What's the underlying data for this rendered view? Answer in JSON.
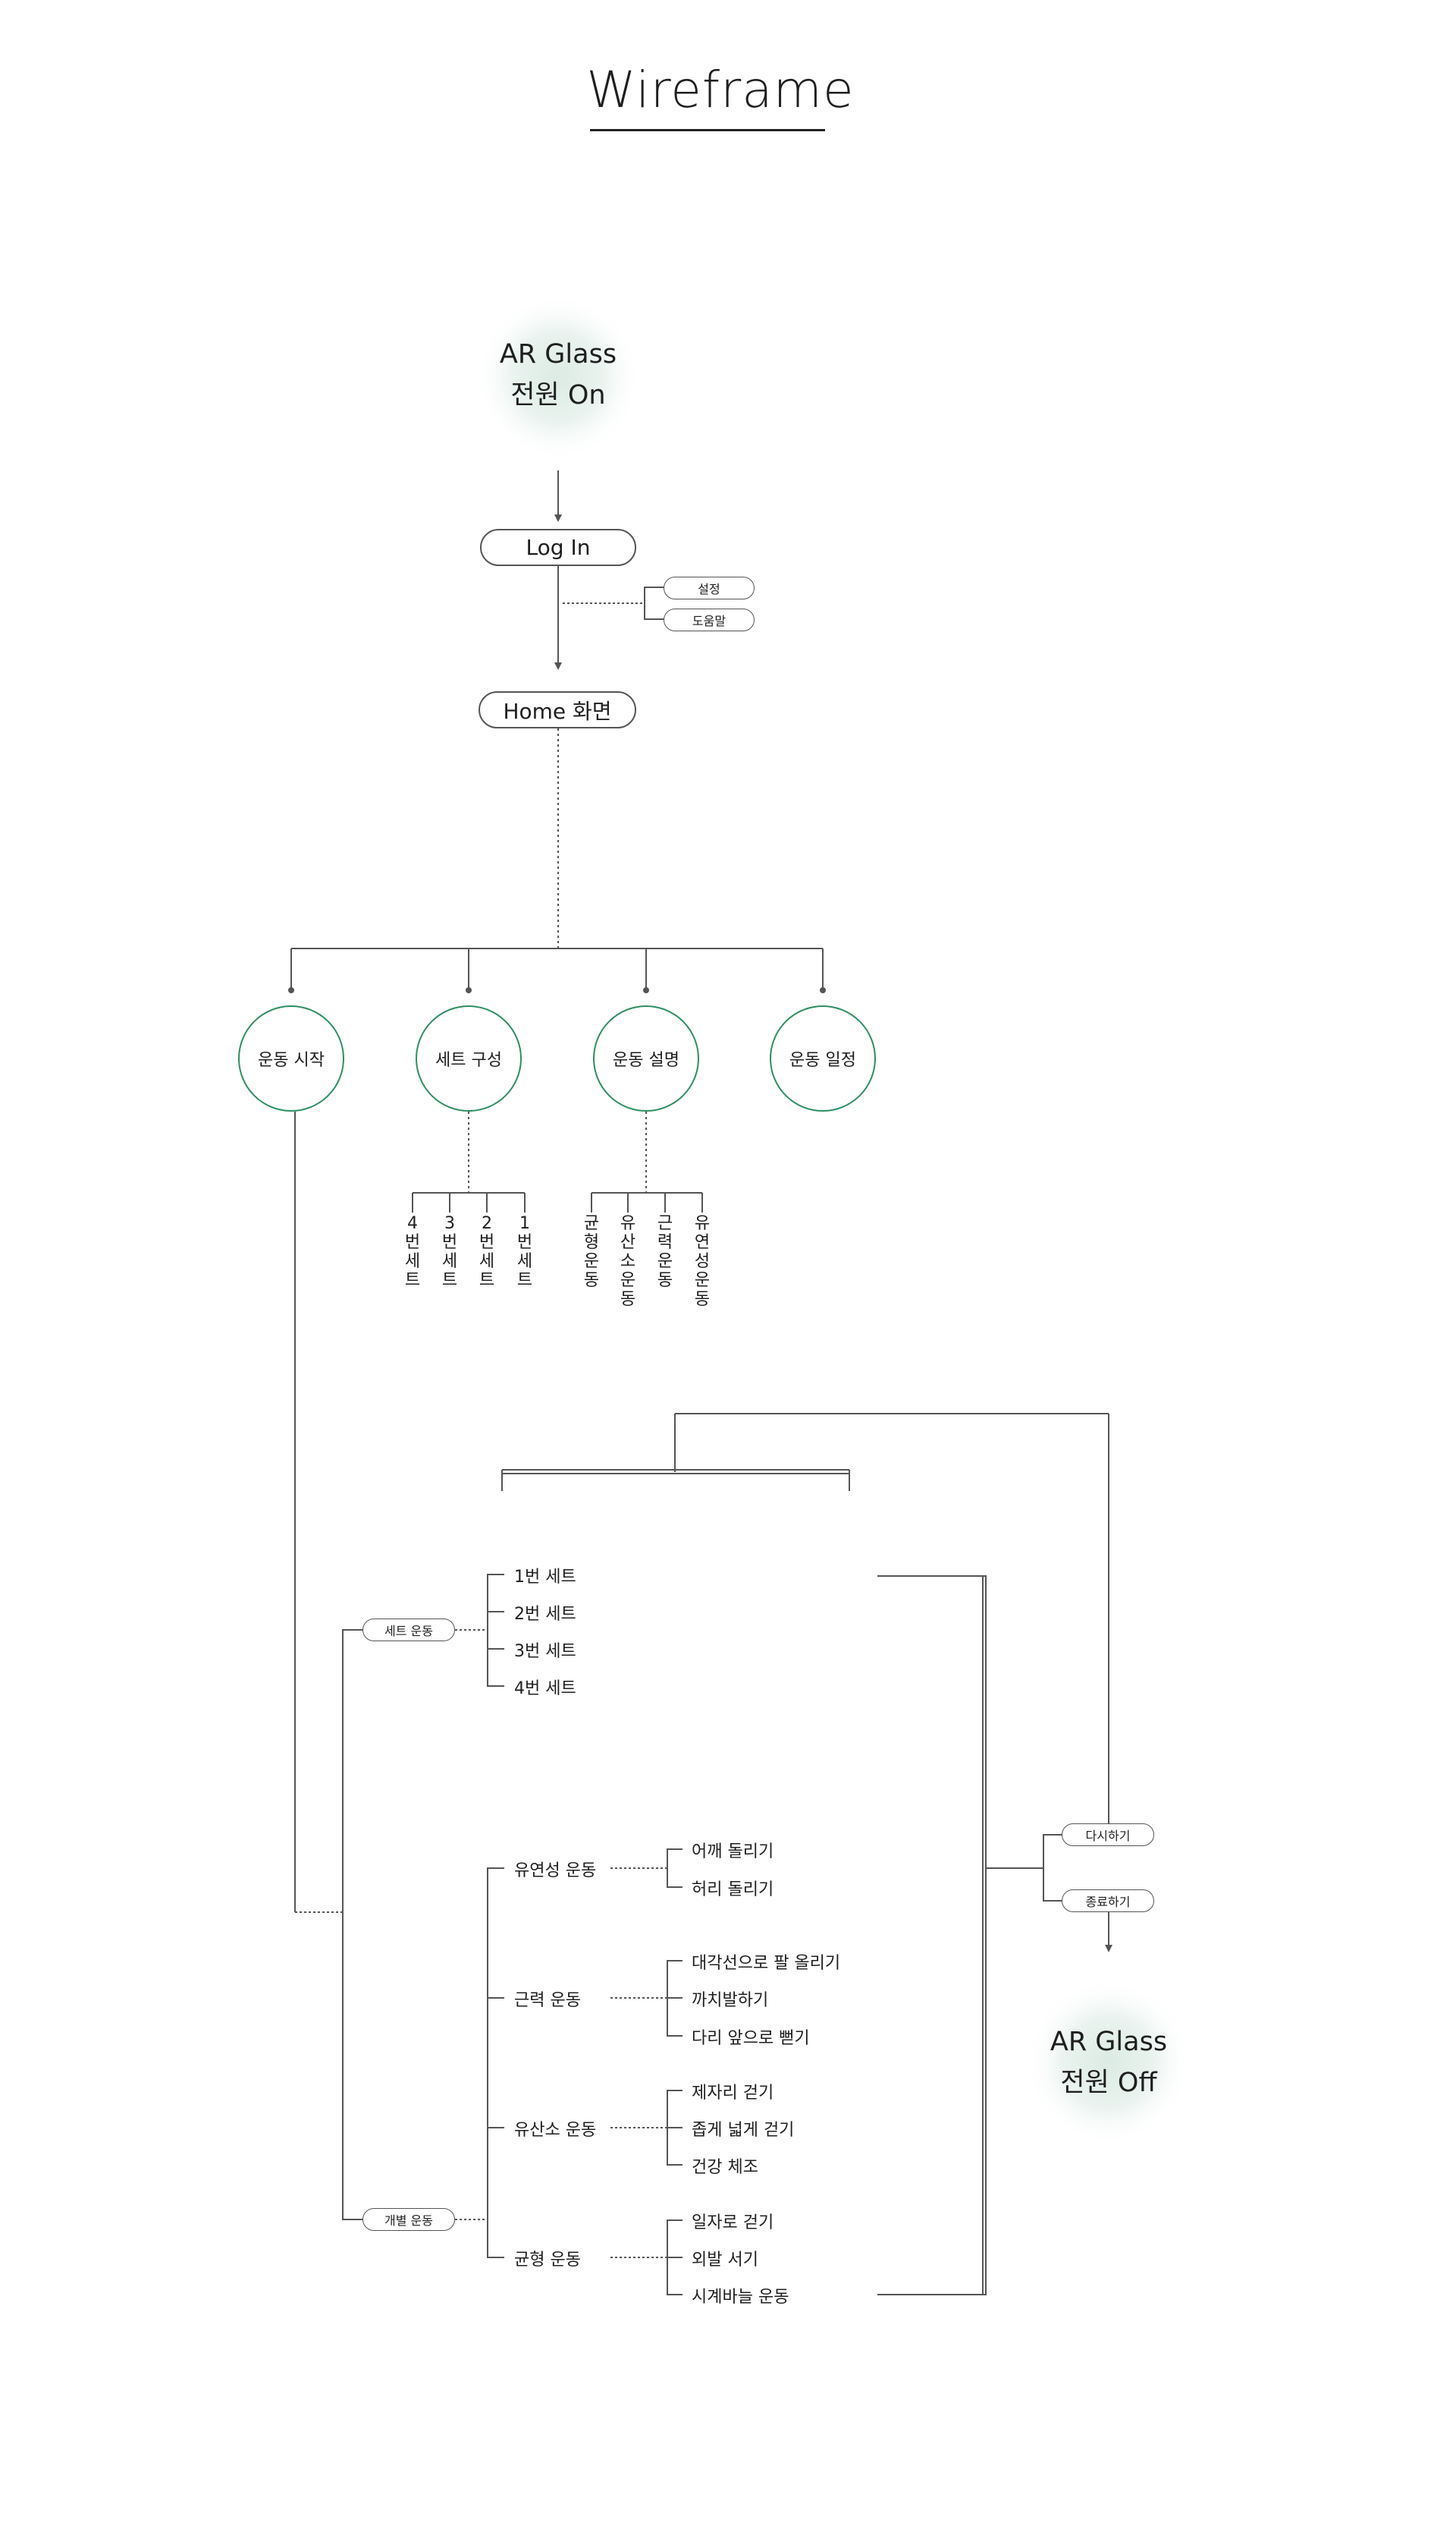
{
  "title": "Wireframe",
  "start": {
    "line1": "AR Glass",
    "line2": "전원 On"
  },
  "login": "Log In",
  "login_options": [
    "설정",
    "도움말"
  ],
  "home": "Home 화면",
  "menu": [
    "운동 시작",
    "세트 구성",
    "운동 설명",
    "운동 일정"
  ],
  "set_config_items": [
    "4\n번\n세\n트",
    "3\n번\n세\n트",
    "2\n번\n세\n트",
    "1\n번\n세\n트"
  ],
  "exercise_desc_items": [
    "균\n형\n운\n동",
    "유\n산\n소\n운\n동",
    "근\n력\n운\n동",
    "유\n연\n성\n운\n동"
  ],
  "set_exercise": {
    "label": "세트 운동",
    "sets": [
      "1번 세트",
      "2번 세트",
      "3번 세트",
      "4번 세트"
    ]
  },
  "individual_exercise": {
    "label": "개별 운동",
    "groups": [
      {
        "name": "유연성 운동",
        "items": [
          "어깨 돌리기",
          "허리 돌리기"
        ]
      },
      {
        "name": "근력 운동",
        "items": [
          "대각선으로 팔 올리기",
          "까치발하기",
          "다리 앞으로 뻗기"
        ]
      },
      {
        "name": "유산소 운동",
        "items": [
          "제자리 걷기",
          "좁게 넓게 걷기",
          "건강 체조"
        ]
      },
      {
        "name": "균형 운동",
        "items": [
          "일자로 걷기",
          "외발 서기",
          "시계바늘 운동"
        ]
      }
    ]
  },
  "end_options": [
    "다시하기",
    "종료하기"
  ],
  "end": {
    "line1": "AR Glass",
    "line2": "전원 Off"
  },
  "colors": {
    "accent_green": "#2f8f62",
    "glow": "#e6f1ec",
    "line": "#555555"
  }
}
